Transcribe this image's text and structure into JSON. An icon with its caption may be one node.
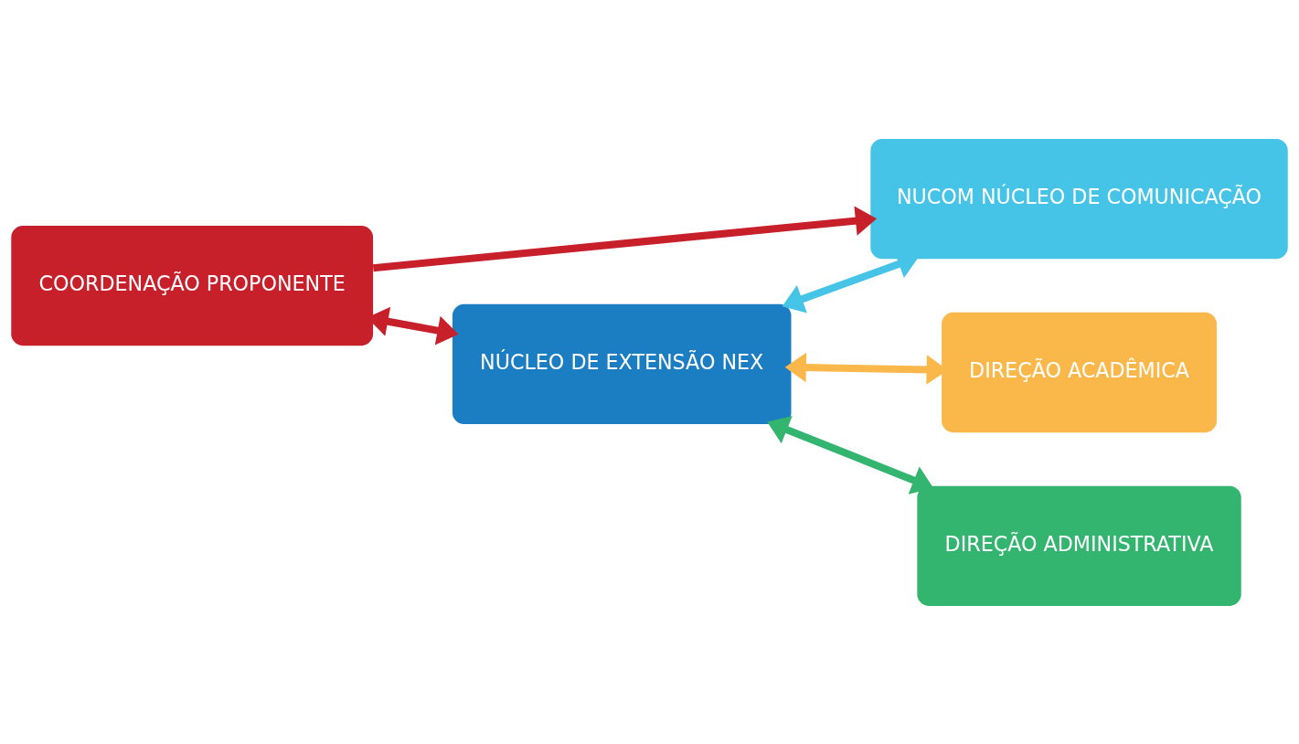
{
  "diagram": {
    "nodes": [
      {
        "text": [
          "COORDENAÇÃO PROPONENTE"
        ]
      },
      {
        "text": [
          "NÚCLEO DE EXTENSÃO NEX"
        ]
      },
      {
        "text": [
          "NUCOM NÚCLEO DE COMUNICAÇÃO"
        ]
      },
      {
        "text": [
          "DIREÇÃO ACADÊMICA"
        ]
      },
      {
        "text": [
          "DIREÇÃO ADMINISTRATIVA"
        ]
      }
    ],
    "edges": [
      {
        "from": 0,
        "to": 1,
        "arrow": "both",
        "color": "#c8202a"
      },
      {
        "from": 0,
        "to": 2,
        "arrow": "to",
        "color": "#c8202a"
      },
      {
        "from": 1,
        "to": 2,
        "arrow": "both",
        "color": "#45c4e8"
      },
      {
        "from": 1,
        "to": 3,
        "arrow": "both",
        "color": "#fbb84a"
      },
      {
        "from": 1,
        "to": 4,
        "arrow": "both",
        "color": "#33b56f"
      }
    ]
  }
}
